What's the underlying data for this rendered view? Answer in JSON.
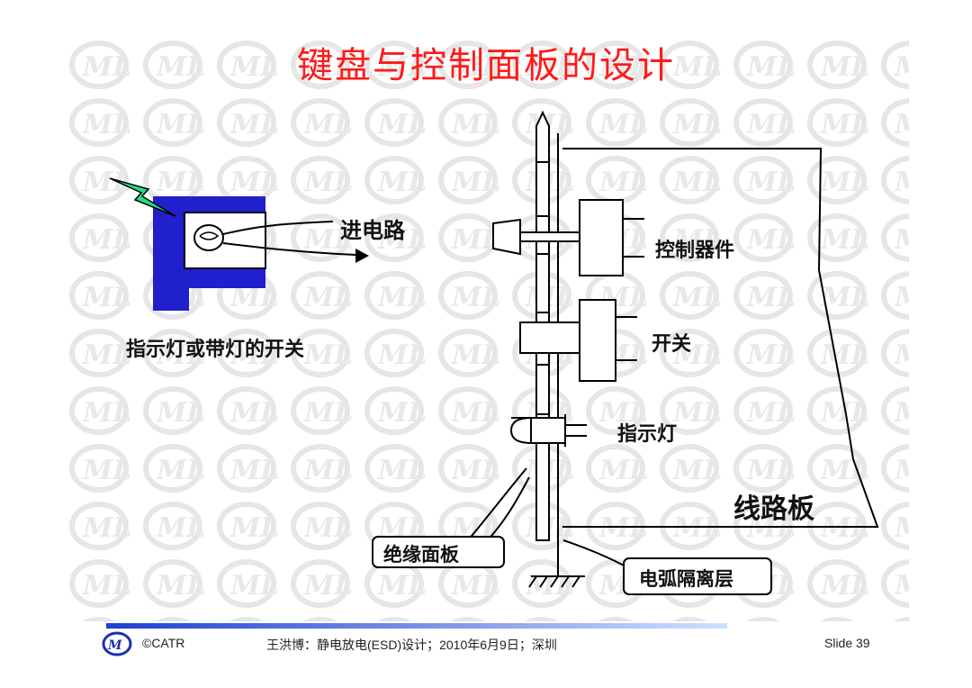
{
  "slide": {
    "title": "键盘与控制面板的设计"
  },
  "diagram": {
    "left_labels": {
      "input_circuit": "进电路",
      "indicator_switch": "指示灯或带灯的开关"
    },
    "right_labels": {
      "control_device": "控制器件",
      "switch": "开关",
      "indicator": "指示灯",
      "circuit_board": "线路板",
      "insulating_panel": "绝缘面板",
      "arc_isolation_layer": "电弧隔离层"
    },
    "colors": {
      "title": "#ff1a1a",
      "switch_body": "#2020cc",
      "spark": "#22dd88"
    }
  },
  "footer": {
    "copyright": "©CATR",
    "citation": "王洪博：静电放电(ESD)设计；2010年6月9日；深圳",
    "slide_number": "Slide 39"
  }
}
